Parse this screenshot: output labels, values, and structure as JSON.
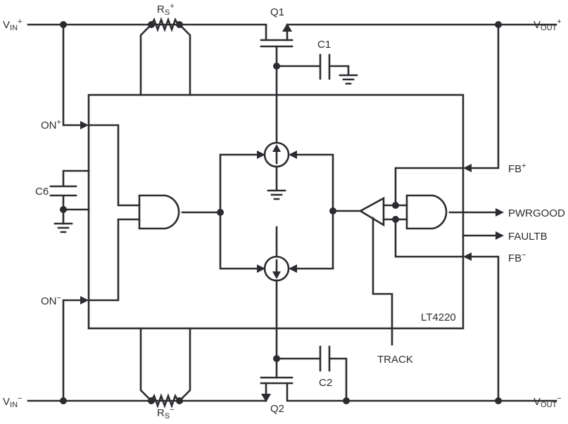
{
  "labels": {
    "vin_plus": {
      "main": "V",
      "sub": "IN",
      "sup": "+"
    },
    "vin_minus": {
      "main": "V",
      "sub": "IN",
      "sup": "−"
    },
    "vout_plus": {
      "main": "V",
      "sub": "OUT",
      "sup": "+"
    },
    "vout_minus": {
      "main": "V",
      "sub": "OUT",
      "sup": "−"
    },
    "rs_plus": {
      "main": "R",
      "sub": "S",
      "sup": "+"
    },
    "rs_minus": {
      "main": "R",
      "sub": "S",
      "sup": "−"
    },
    "q1": "Q1",
    "q2": "Q2",
    "c1": "C1",
    "c2": "C2",
    "c6": "C6",
    "on_plus": {
      "main": "ON",
      "sup": "+"
    },
    "on_minus": {
      "main": "ON",
      "sup": "−"
    },
    "fb_plus": {
      "main": "FB",
      "sup": "+"
    },
    "fb_minus": {
      "main": "FB",
      "sup": "−"
    },
    "pwrgood": "PWRGOOD",
    "faultb": "FAULTB",
    "track": "TRACK",
    "chip": "LT4220"
  }
}
